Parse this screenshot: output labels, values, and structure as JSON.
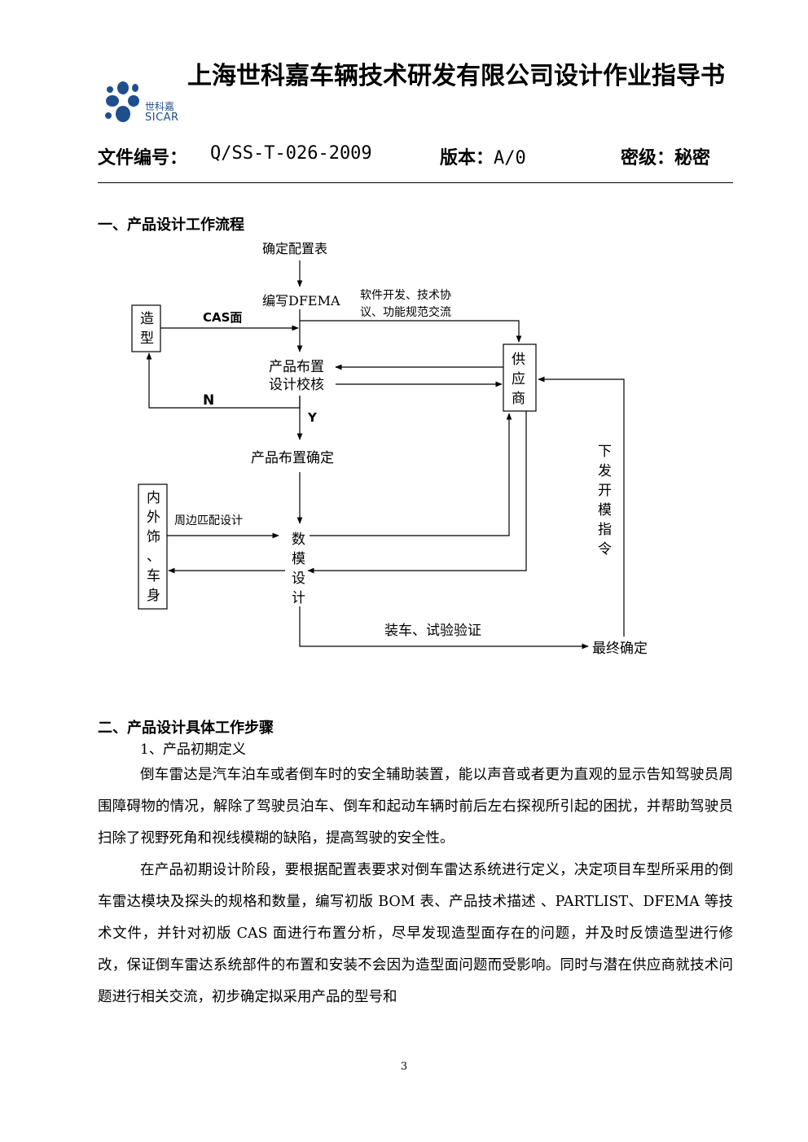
{
  "header": {
    "title": "上海世科嘉车辆技术研发有限公司设计作业指导书",
    "logo_cn": "世科嘉",
    "logo_en": "SICAR",
    "file_no_label": "文件编号：",
    "file_no_value": "Q/SS-T-026-2009",
    "version_label": "版本：",
    "version_value": "A/0",
    "secret_label": "密级：",
    "secret_value": "秘密",
    "brand_color": "#1f4e8c"
  },
  "section1": {
    "heading": "一、产品设计工作流程"
  },
  "flowchart": {
    "config_table": "确定配置表",
    "write_dfema": "编写DFEMA",
    "software_dev_1": "软件开发、技术协",
    "software_dev_2": "议、功能规范交流",
    "styling_1": "造",
    "styling_2": "型",
    "cas": "CAS面",
    "layout_check_1": "产品布置",
    "layout_check_2": "设计校核",
    "supplier_1": "供",
    "supplier_2": "应",
    "supplier_3": "商",
    "n_label": "N",
    "y_label": "Y",
    "layout_confirm": "产品布置确定",
    "interior_1": "内",
    "interior_2": "外",
    "interior_3": "饰",
    "interior_4": "、",
    "interior_5": "车",
    "interior_6": "身",
    "peripheral": "周边匹配设计",
    "digital_1": "数",
    "digital_2": "模",
    "digital_3": "设",
    "digital_4": "计",
    "mold_1": "下",
    "mold_2": "发",
    "mold_3": "开",
    "mold_4": "模",
    "mold_5": "指",
    "mold_6": "令",
    "assembly": "装车、试验验证",
    "final": "最终确定"
  },
  "section2": {
    "heading": "二、产品设计具体工作步骤",
    "sub1": "1、产品初期定义",
    "paragraphs": [
      "倒车雷达是汽车泊车或者倒车时的安全辅助装置，能以声音或者更为直观的显示告知驾驶员周围障碍物的情况，解除了驾驶员泊车、倒车和起动车辆时前后左右探视所引起的困扰，并帮助驾驶员扫除了视野死角和视线模糊的缺陷，提高驾驶的安全性。",
      "在产品初期设计阶段，要根据配置表要求对倒车雷达系统进行定义，决定项目车型所采用的倒车雷达模块及探头的规格和数量，编写初版 BOM 表、产品技术描述 、PARTLIST、DFEMA 等技术文件，并针对初版 CAS 面进行布置分析，尽早发现造型面存在的问题，并及时反馈造型进行修改，保证倒车雷达系统部件的布置和安装不会因为造型面问题而受影响。同时与潜在供应商就技术问题进行相关交流，初步确定拟采用产品的型号和"
    ]
  },
  "footer": {
    "page_number": "3"
  }
}
